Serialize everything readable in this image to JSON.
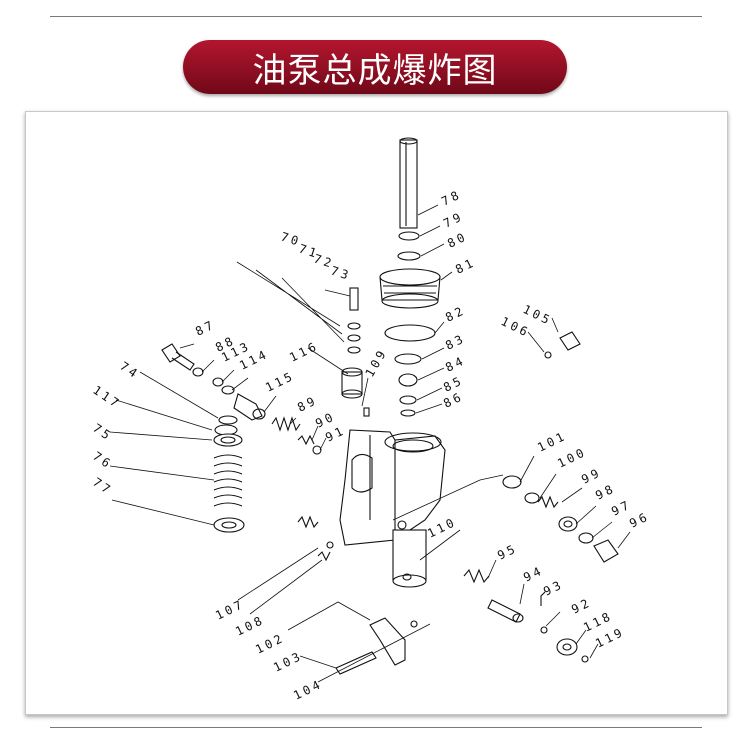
{
  "title": "油泵总成爆炸图",
  "part_labels": [
    "70",
    "71",
    "72",
    "73",
    "74",
    "75",
    "76",
    "77",
    "78",
    "79",
    "80",
    "81",
    "82",
    "83",
    "84",
    "85",
    "86",
    "87",
    "88",
    "89",
    "90",
    "91",
    "92",
    "93",
    "94",
    "95",
    "96",
    "97",
    "98",
    "99",
    "100",
    "101",
    "102",
    "103",
    "104",
    "105",
    "106",
    "107",
    "108",
    "109",
    "110",
    "113",
    "114",
    "115",
    "116",
    "117",
    "118",
    "119"
  ]
}
